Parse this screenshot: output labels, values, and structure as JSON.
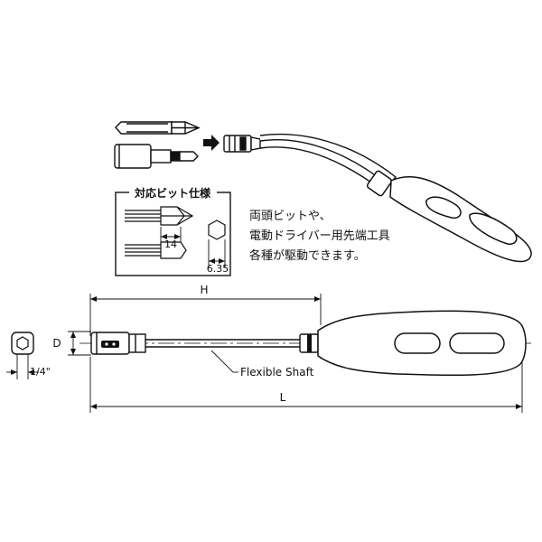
{
  "spec_box": {
    "title": "対応ビット仕様",
    "dim_bit_length": "14",
    "dim_hex": "6.35"
  },
  "description": {
    "line1": "両頭ビットや、",
    "line2": "電動ドライバー用先端工具",
    "line3": "各種が駆動できます。"
  },
  "dimensions": {
    "H": "H",
    "L": "L",
    "D": "D",
    "drive": "1/4\""
  },
  "callout": {
    "flexible_shaft": "Flexible Shaft"
  }
}
